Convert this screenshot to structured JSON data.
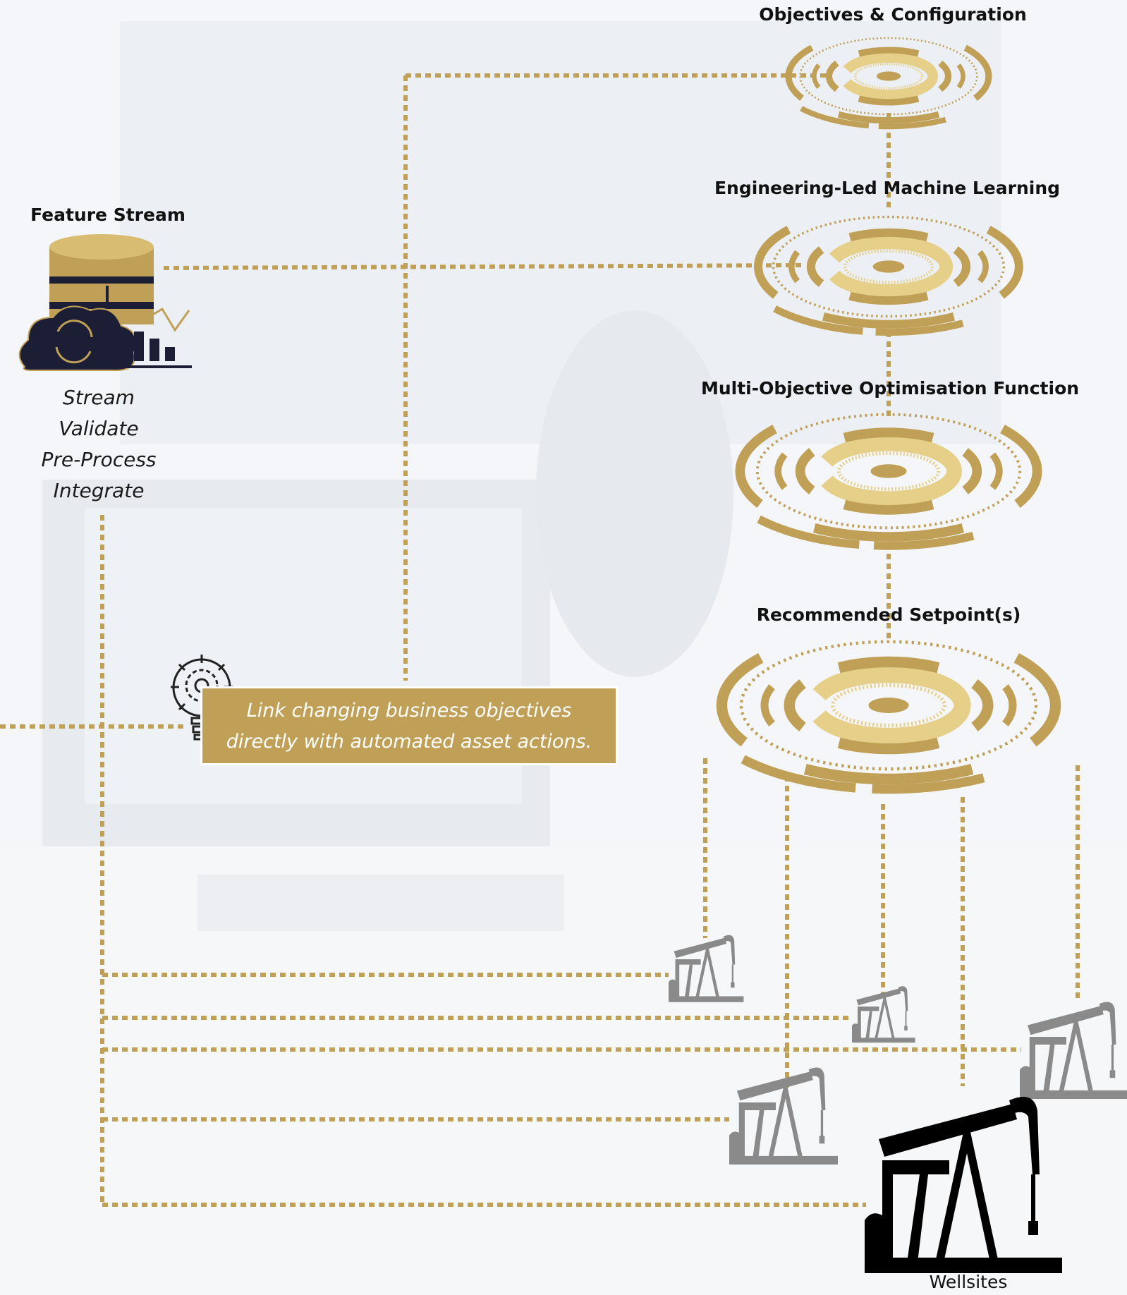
{
  "feature_stream": {
    "title": "Feature Stream",
    "steps": [
      "Stream",
      "Validate",
      "Pre-Process",
      "Integrate"
    ],
    "icon": "database-cloud-chart-icon"
  },
  "stages": [
    {
      "title": "Objectives & Configuration"
    },
    {
      "title": "Engineering-Led Machine Learning"
    },
    {
      "title": "Multi-Objective Optimisation Function"
    },
    {
      "title": "Recommended Setpoint(s)"
    }
  ],
  "callout": {
    "lines": [
      "Link changing business objectives",
      "directly with automated asset actions."
    ],
    "icon": "lightbulb-gear-icon"
  },
  "wellsites": {
    "label": "Wellsites",
    "icon": "pumpjack-icon"
  },
  "colors": {
    "gold": "#c0a057",
    "gold_light": "#e6cf88",
    "navy": "#1c1e36",
    "pumpjack_gray": "#8a8a8a",
    "pumpjack_black": "#000000",
    "background": "#f5f7fa"
  }
}
